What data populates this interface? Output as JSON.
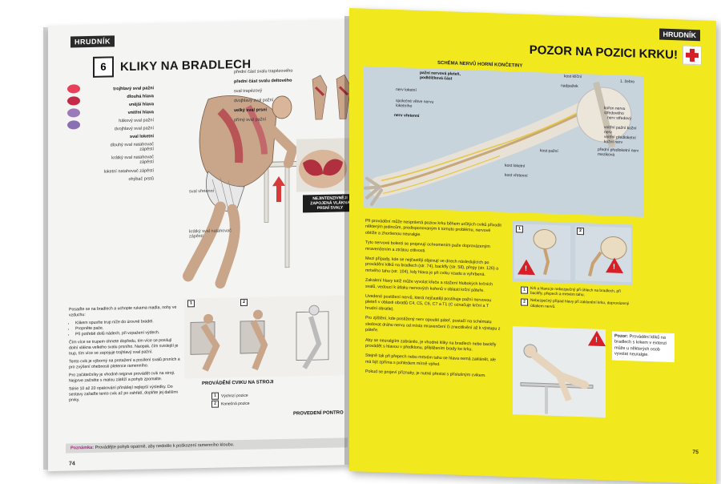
{
  "left_page": {
    "section": "HRUDNÍK",
    "exercise_number": "6",
    "title": "KLIKY NA BRADLECH",
    "dot_colors": [
      "#e8405a",
      "#c62848",
      "#9a7ab8",
      "#8a6fb4"
    ],
    "muscle_labels_left": [
      {
        "text": "trojhlavý sval pažní",
        "bold": true
      },
      {
        "text": "dlouhá hlava",
        "bold": true
      },
      {
        "text": "vnější hlava",
        "bold": true
      },
      {
        "text": "vnitřní hlava",
        "bold": true
      },
      {
        "text": "hákový sval pažní",
        "bold": false
      },
      {
        "text": "dvojhlavý sval pažní",
        "bold": false
      },
      {
        "text": "sval loketní",
        "bold": true
      },
      {
        "text": "dlouhý sval natahovač zápěstí",
        "bold": false
      },
      {
        "text": "krátký sval natahovač zápěstí",
        "bold": false
      },
      {
        "text": "loketní natahovač zápěstí",
        "bold": false
      },
      {
        "text": "ohýbač prstů",
        "bold": false
      }
    ],
    "muscle_labels_right": [
      {
        "text": "přední část svalu trapézového",
        "bold": false
      },
      {
        "text": "přední část svalu deltového",
        "bold": true
      },
      {
        "text": "sval trapézový",
        "bold": false
      },
      {
        "text": "dvojhlavý sval pažní",
        "bold": false
      },
      {
        "text": "velký sval prsní",
        "bold": true
      },
      {
        "text": "přímý sval pažní",
        "bold": false
      }
    ],
    "annotations": [
      "sval vřetenní",
      "krátký sval natahovač zápěstí"
    ],
    "callout": "NEJINTENZIVNĚJI ZAPOJENÁ VLÁKNA PRSNÍ SVALY",
    "body_intro": "Posaďte se na bradlech a uchopte rukama madla, nohy ve vzduchu:",
    "bullets": [
      "Klikem spusťte trup níže do úrovně bradel.",
      "Propněte paže.",
      "Při potřebě dolů nádech, při vzpažení výdech."
    ],
    "body_paragraphs": [
      "Čím více se trupem ohnete dopředu, tím více se posilují dolní vlákna velkého svalu prsního. Naopak, čím svislejší je trup, tím více se zapojuje trojhlavý sval pažní.",
      "Tento cvik je výborný na protažení a posílení svalů prsních a pro zvýšení ohebnosti pletence ramenního.",
      "Pro začátečníky je vhodné nejprve provádět cvik na stroji. Nejprve začněte s malou zátěží a pohyb zpomalte.",
      "Série 10 až 20 opakování přinášejí nejlepší výsledky. Do sestavy zařaďte tento cvik až po zahřátí, doplňte jej dalšími prvky."
    ],
    "machine_title": "PROVÁDĚNÍ CVIKU NA STROJI",
    "machine_legend": [
      {
        "num": "1",
        "text": "Výchozí pozice"
      },
      {
        "num": "2",
        "text": "Konečná pozice"
      }
    ],
    "variant_title": "PROVEDENÍ PONTRO",
    "note_label": "Poznámka:",
    "note_text": "Provádějte pohyb opatrně, aby nedošlo k poškození ramenního kloubu.",
    "page_number": "74"
  },
  "right_page": {
    "section": "HRUDNÍK",
    "title": "POZOR NA POZICI KRKU!",
    "nerve_title": "SCHÉMA NERVŮ HORNÍ KONČETINY",
    "arm_labels": [
      {
        "text": "pažní nervová pleteň, podklíčková část",
        "bold": true
      },
      {
        "text": "nadpažek",
        "bold": false
      },
      {
        "text": "kost klíční",
        "bold": false
      },
      {
        "text": "nerv loketní",
        "bold": false
      },
      {
        "text": "nerv vřetenní",
        "bold": true
      },
      {
        "text": "společné větve nervu loketního",
        "bold": false
      },
      {
        "text": "kost pažní",
        "bold": false
      },
      {
        "text": "kost loketní",
        "bold": false
      },
      {
        "text": "kost vřetenní",
        "bold": false
      },
      {
        "text": "1. žebro",
        "bold": false
      },
      {
        "text": "kořen nervu středového",
        "bold": false
      },
      {
        "text": "nerv středový",
        "bold": false
      },
      {
        "text": "vnitřní pažní kožní nerv",
        "bold": false
      },
      {
        "text": "vnitřní předloketní kožní nerv",
        "bold": false
      },
      {
        "text": "přední předloketní nerv meziková",
        "bold": false
      }
    ],
    "body_paragraphs": [
      "Při provádění může nesprávná pozice krku během určitých cviků přivodit některým jedincům, predisponovaným k tomuto problému, nervové obtíže a zhoršenou neuralgie.",
      "Tyto nervové bolesti se projevují ochromením paže doprovázeným mravenčením a ztrátou citlivosti.",
      "Mezi případy, kde se nejčastěji objevují ve dnech následujících po provádění kliků na bradlech (str. 74), backfly (str. 58), přepy (str. 126) a mrtvého tahu (str. 104), kdy hlava je při cviku vzadu a vyhrbená.",
      "Zakalení hlavy totiž může vyvolat křeče a stažení hlubokých krčních svalů, vedoucí k útlaku nervových kořenů v oblasti krční páteře.",
      "Uvedené postižení nervů, která nejčastěji postihuje pažní nervovou pleteň v oblasti obratlů C4, C5, C6, C7 a T1 (C označuje krční a T hrudní obratle).",
      "Pro zjištění, kde postižený nerv opouští páteř, postačí na schématu sledovat dráhu nervu od místa mravenčení či znecitlivění až k výstupu z páteře.",
      "Aby se neuralgiím zabránilo, je vhodné kliky na bradlech nebo backfly provádět s hlavou v předklonu, přibližením brady ke krku.",
      "Stejně tak při přepech nebo mrtvém tahu se hlava nemá zaklánět, ale má být zpříma s pohledem mírně vpřed.",
      "Pokud se projeví příznaky, je nutné přestat s příslušným cvikem."
    ],
    "captions": [
      {
        "num": "1",
        "text": "Krk a hlava je nebezpečný při úhlech na bradlech, při backfly, přepech a mrtvém tahu."
      },
      {
        "num": "2",
        "text": "Nebezpečný případ hlavy při zaklonění krku, doprovázený útlakem nervů."
      }
    ],
    "side_note_label": "Pozor:",
    "side_note_text": "Provádění kliků na bradlech s krkem v extenzi může u některých osob vyvolat neuralgie.",
    "page_number": "75"
  }
}
